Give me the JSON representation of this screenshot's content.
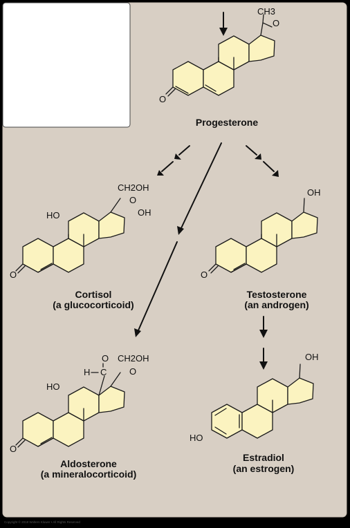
{
  "colors": {
    "frame_bg": "#d8cfc4",
    "ring_fill": "#fbf3c0",
    "background": "#000000",
    "blank_panel": "#ffffff"
  },
  "molecules": {
    "progesterone": {
      "name": "Progesterone",
      "top_group": "CH3",
      "ketone_o": "O",
      "carbonyl_o": "O"
    },
    "cortisol": {
      "name": "Cortisol",
      "class": "(a glucocorticoid)",
      "side_chain": "CH2OH",
      "carbonyl_o": "O",
      "oh_17": "OH",
      "ho_11": "HO",
      "ketone_o": "O"
    },
    "testosterone": {
      "name": "Testosterone",
      "class": "(an androgen)",
      "oh_17": "OH",
      "ketone_o": "O"
    },
    "aldosterone": {
      "name": "Aldosterone",
      "class": "(a mineralocorticoid)",
      "aldehyde_o": "O",
      "aldehyde_h": "H",
      "side_chain": "CH2OH",
      "carbonyl_o": "O",
      "ho_11": "HO",
      "ketone_o": "O"
    },
    "estradiol": {
      "name": "Estradiol",
      "class": "(an estrogen)",
      "oh_17": "OH",
      "ho_3": "HO"
    }
  },
  "copyright": "Copyright © 2018 Wolters Kluwer • All Rights Reserved"
}
